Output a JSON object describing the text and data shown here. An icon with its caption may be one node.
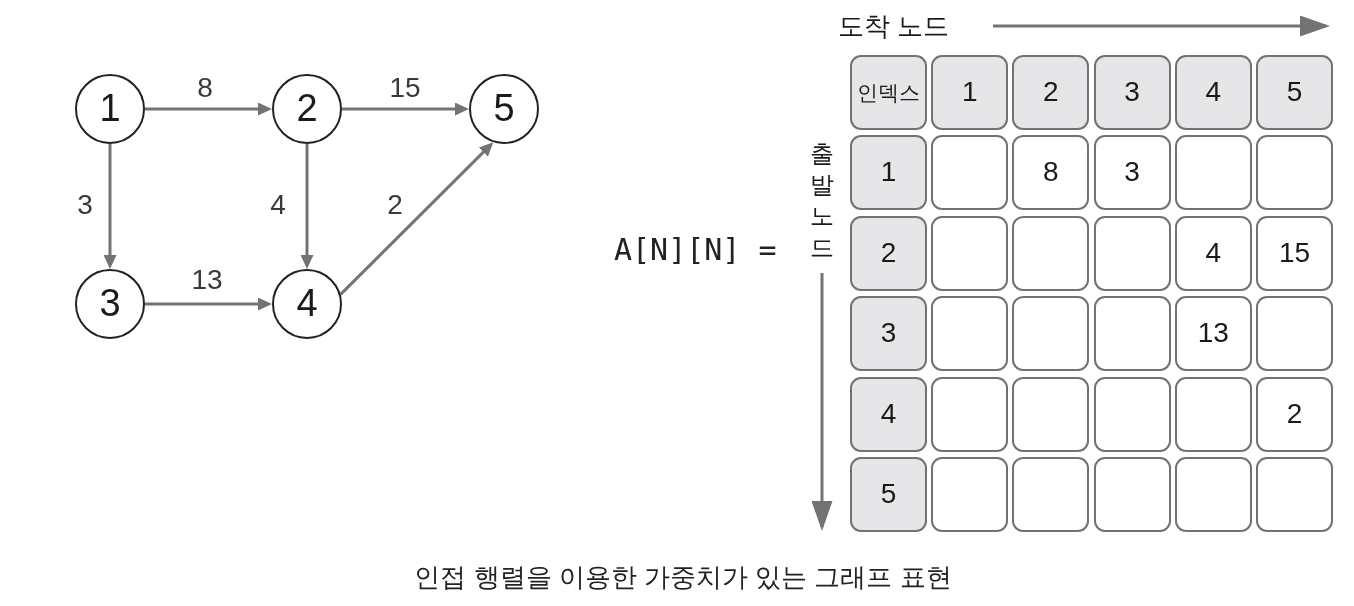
{
  "diagram": {
    "caption": "인접 행렬을 이용한 가중치가 있는 그래프 표현",
    "nodes": [
      {
        "text": [
          "1"
        ]
      },
      {
        "text": [
          "2"
        ]
      },
      {
        "text": [
          "5"
        ]
      },
      {
        "text": [
          "3"
        ]
      },
      {
        "text": [
          "4"
        ]
      },
      {
        "text": [
          "인덱스"
        ]
      },
      {
        "text": [
          "1"
        ]
      },
      {
        "text": [
          "2"
        ]
      },
      {
        "text": [
          "3"
        ]
      },
      {
        "text": [
          "4"
        ]
      },
      {
        "text": [
          "5"
        ]
      },
      {
        "text": [
          "1"
        ]
      },
      {
        "text": [],
        "shape": "box"
      },
      {
        "text": [
          "8"
        ]
      },
      {
        "text": [
          "3"
        ]
      },
      {
        "text": [],
        "shape": "box"
      },
      {
        "text": [],
        "shape": "box"
      },
      {
        "text": [
          "2"
        ]
      },
      {
        "text": [],
        "shape": "box"
      },
      {
        "text": [],
        "shape": "box"
      },
      {
        "text": [],
        "shape": "box"
      },
      {
        "text": [
          "4"
        ]
      },
      {
        "text": [
          "15"
        ]
      },
      {
        "text": [
          "3"
        ]
      },
      {
        "text": [],
        "shape": "box"
      },
      {
        "text": [],
        "shape": "box"
      },
      {
        "text": [],
        "shape": "box"
      },
      {
        "text": [
          "13"
        ]
      },
      {
        "text": [],
        "shape": "box"
      },
      {
        "text": [
          "4"
        ]
      },
      {
        "text": [],
        "shape": "box"
      },
      {
        "text": [],
        "shape": "box"
      },
      {
        "text": [],
        "shape": "box"
      },
      {
        "text": [],
        "shape": "box"
      },
      {
        "text": [
          "2"
        ]
      },
      {
        "text": [
          "5"
        ]
      },
      {
        "text": [],
        "shape": "box"
      },
      {
        "text": [],
        "shape": "box"
      },
      {
        "text": [],
        "shape": "box"
      },
      {
        "text": [],
        "shape": "box"
      },
      {
        "text": [],
        "shape": "box"
      }
    ],
    "edges": [
      {
        "from": 0,
        "to": 1,
        "arrow": "to",
        "label": "8"
      },
      {
        "from": 1,
        "to": 2,
        "arrow": "to",
        "label": "15"
      },
      {
        "from": 0,
        "to": 3,
        "arrow": "to",
        "label": "3"
      },
      {
        "from": 1,
        "to": 4,
        "arrow": "to",
        "label": "4"
      },
      {
        "from": 3,
        "to": 4,
        "arrow": "to",
        "label": "13"
      },
      {
        "from": 4,
        "to": 2,
        "arrow": "to",
        "label": "2"
      }
    ],
    "labels": [
      "도착 노드",
      "A[N][N] =",
      "출발 노드"
    ]
  }
}
